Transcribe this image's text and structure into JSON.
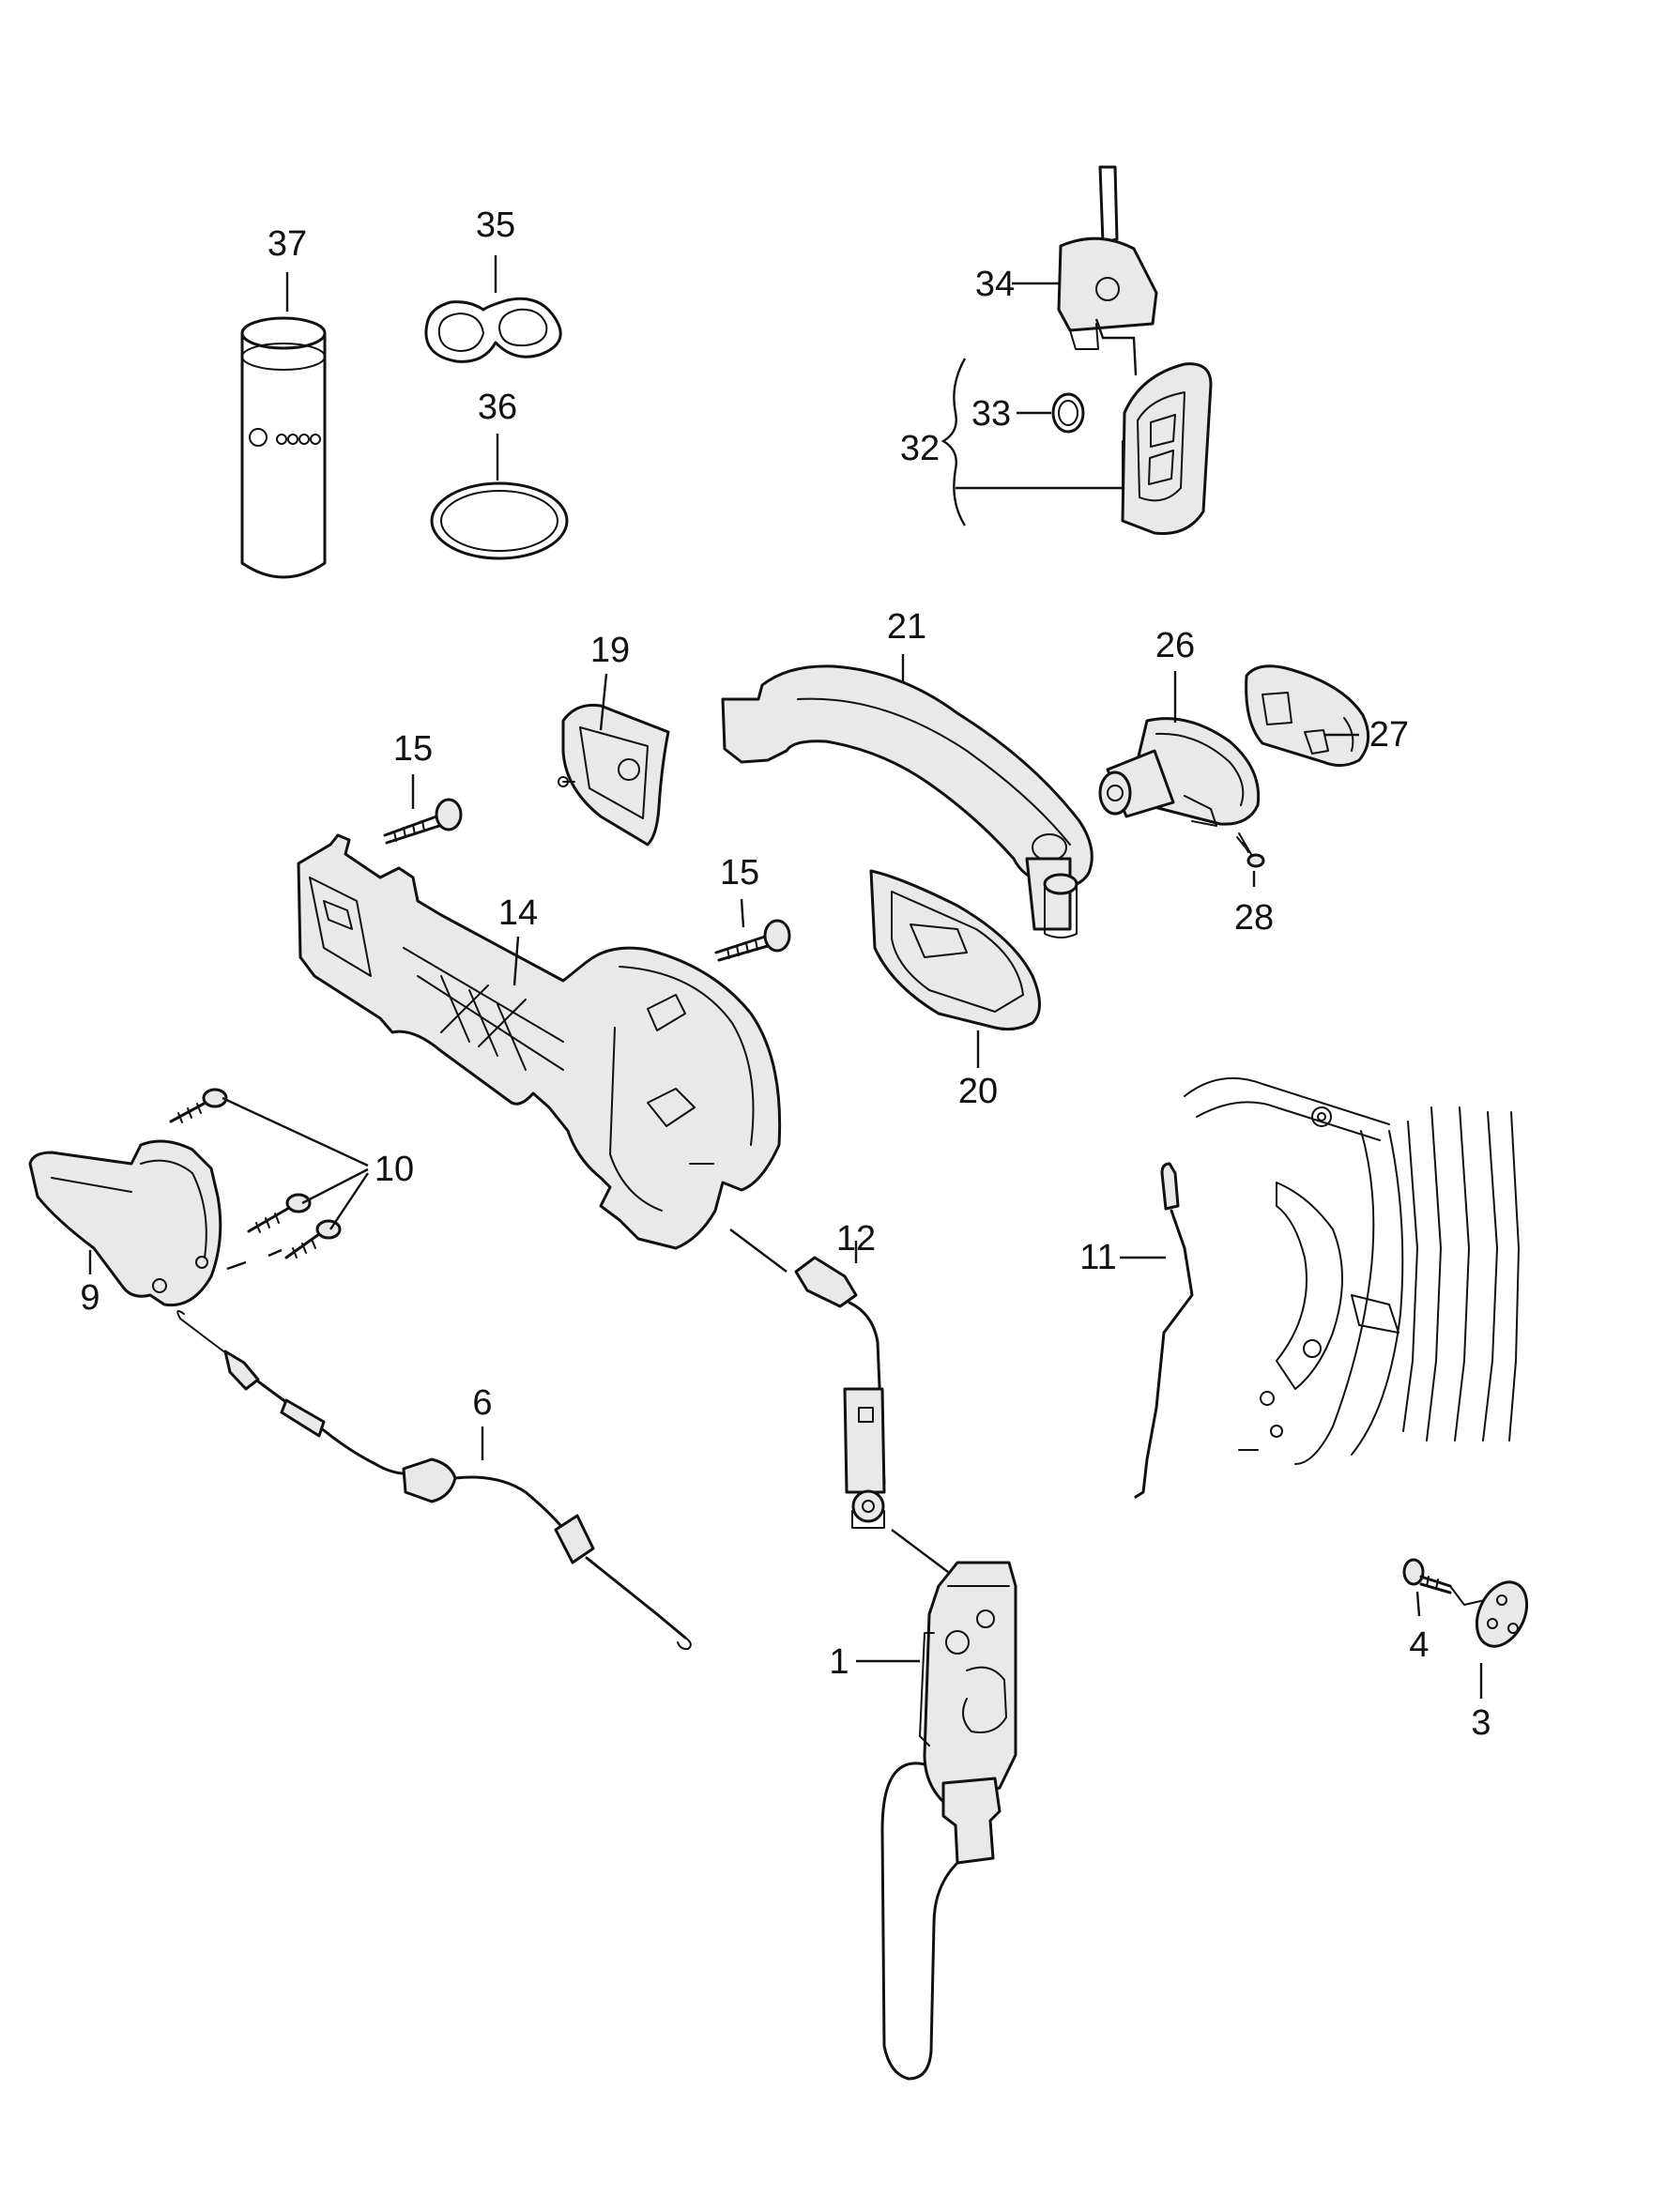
{
  "callouts": {
    "c37": "37",
    "c35": "35",
    "c36": "36",
    "c34": "34",
    "c33": "33",
    "c32": "32",
    "c19": "19",
    "c21": "21",
    "c26": "26",
    "c27": "27",
    "c28": "28",
    "c15a": "15",
    "c15b": "15",
    "c14": "14",
    "c20": "20",
    "c10": "10",
    "c9": "9",
    "c12": "12",
    "c11": "11",
    "c6": "6",
    "c1": "1",
    "c4": "4",
    "c3": "3"
  }
}
